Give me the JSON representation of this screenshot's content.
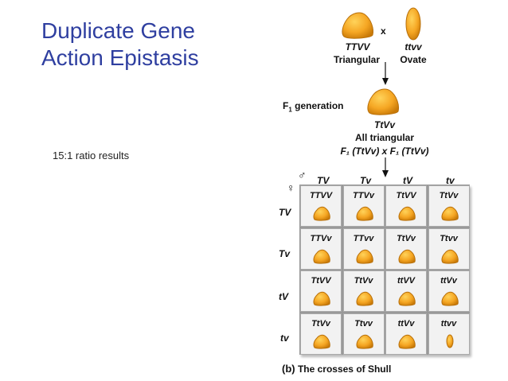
{
  "title_line1": "Duplicate Gene",
  "title_line2": "Action Epistasis",
  "ratio_text": "15:1 ratio results",
  "cross_symbol": "x",
  "parent1": {
    "genotype": "TTVV",
    "phenotype": "Triangular"
  },
  "parent2": {
    "genotype": "ttvv",
    "phenotype": "Ovate"
  },
  "f1_label": "F",
  "f1_label_sub": "1",
  "f1_label_rest": " generation",
  "f1": {
    "genotype": "TtVv",
    "phenotype": "All triangular"
  },
  "f1_cross": "F₁ (TtVv) x F₁ (TtVv)",
  "male_symbol": "♂",
  "female_symbol": "♀",
  "col_headers": [
    "TV",
    "Tv",
    "tV",
    "tv"
  ],
  "row_headers": [
    "TV",
    "Tv",
    "tV",
    "tv"
  ],
  "cells": [
    [
      {
        "g": "TTVV",
        "shape": "triangular"
      },
      {
        "g": "TTVv",
        "shape": "triangular"
      },
      {
        "g": "TtVV",
        "shape": "triangular"
      },
      {
        "g": "TtVv",
        "shape": "triangular"
      }
    ],
    [
      {
        "g": "TTVv",
        "shape": "triangular"
      },
      {
        "g": "TTvv",
        "shape": "triangular"
      },
      {
        "g": "TtVv",
        "shape": "triangular"
      },
      {
        "g": "Ttvv",
        "shape": "triangular"
      }
    ],
    [
      {
        "g": "TtVV",
        "shape": "triangular"
      },
      {
        "g": "TtVv",
        "shape": "triangular"
      },
      {
        "g": "ttVV",
        "shape": "triangular"
      },
      {
        "g": "ttVv",
        "shape": "triangular"
      }
    ],
    [
      {
        "g": "TtVv",
        "shape": "triangular"
      },
      {
        "g": "Ttvv",
        "shape": "triangular"
      },
      {
        "g": "ttVv",
        "shape": "triangular"
      },
      {
        "g": "ttvv",
        "shape": "ovate"
      }
    ]
  ],
  "caption_tag": "(b)",
  "caption_text": " The crosses of Shull",
  "colors": {
    "title": "#2f3fa0",
    "capsule": "#f5a623",
    "capsule_dark": "#d4820a"
  }
}
